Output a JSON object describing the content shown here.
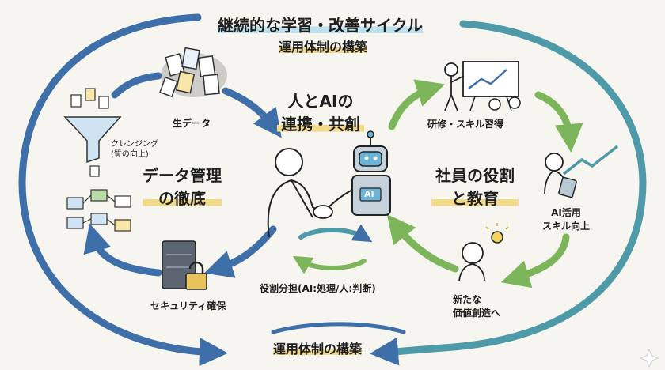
{
  "title": "継続的な学習・改善サイクル",
  "subtitle_top": "運用体制の構築",
  "subtitle_bottom": "運用体制の構築",
  "center": {
    "line1": "人とAIの",
    "line2": "連携・共創"
  },
  "data_mgmt": {
    "line1": "データ管理",
    "line2": "の徹底"
  },
  "employees": {
    "line1": "社員の役割",
    "line2": "と教育"
  },
  "raw_data": "生データ",
  "cleansing": {
    "line1": "クレンジング",
    "line2": "(質の向上)"
  },
  "security": "セキュリティ確保",
  "training": "研修・スキル習得",
  "ai_skill": {
    "line1": "AI活用",
    "line2": "スキル向上"
  },
  "new_value": {
    "line1": "新たな",
    "line2": "価値創造へ"
  },
  "role_split": "役割分担(AI:処理/人:判断)",
  "robot_badge": "AI",
  "colors": {
    "blue": "#3f6fa8",
    "green": "#7db55a",
    "teal": "#4f9aa8",
    "highlight": "#f3d98a"
  }
}
